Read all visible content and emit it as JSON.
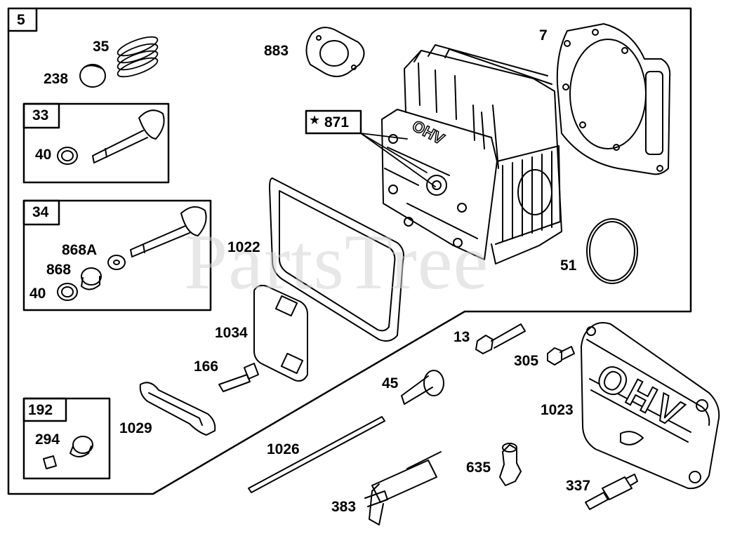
{
  "watermark": "PartsTree",
  "section_number": "5",
  "kits": [
    {
      "number": "33"
    },
    {
      "number": "34"
    },
    {
      "number": "192"
    }
  ],
  "part_labels": [
    {
      "id": "35",
      "text": "35"
    },
    {
      "id": "238",
      "text": "238"
    },
    {
      "id": "40a",
      "text": "40"
    },
    {
      "id": "868A",
      "text": "868A"
    },
    {
      "id": "868",
      "text": "868"
    },
    {
      "id": "40b",
      "text": "40"
    },
    {
      "id": "294",
      "text": "294"
    },
    {
      "id": "883",
      "text": "883"
    },
    {
      "id": "871",
      "text": "871"
    },
    {
      "id": "7",
      "text": "7"
    },
    {
      "id": "1022",
      "text": "1022"
    },
    {
      "id": "51",
      "text": "51"
    },
    {
      "id": "1034",
      "text": "1034"
    },
    {
      "id": "166",
      "text": "166"
    },
    {
      "id": "1029",
      "text": "1029"
    },
    {
      "id": "13",
      "text": "13"
    },
    {
      "id": "305",
      "text": "305"
    },
    {
      "id": "45",
      "text": "45"
    },
    {
      "id": "1023",
      "text": "1023"
    },
    {
      "id": "1026",
      "text": "1026"
    },
    {
      "id": "635",
      "text": "635"
    },
    {
      "id": "337",
      "text": "337"
    },
    {
      "id": "383",
      "text": "383"
    }
  ],
  "star_symbol": "★",
  "head_lettering": "OHV",
  "cover_lettering": "OHV"
}
